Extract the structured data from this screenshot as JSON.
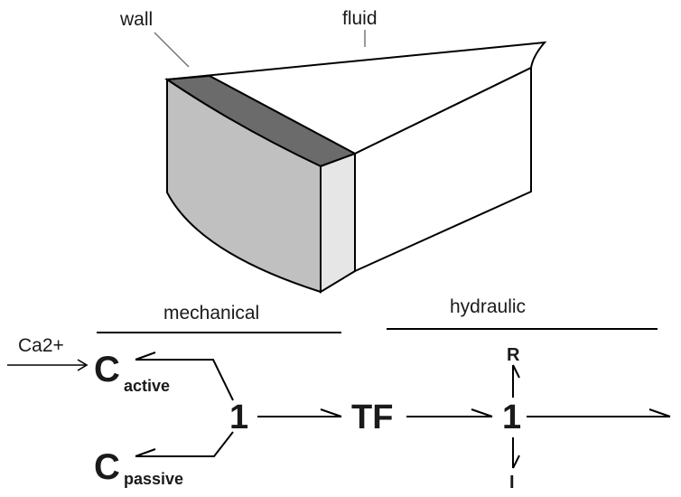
{
  "labels": {
    "wall": "wall",
    "fluid": "fluid",
    "mechanical": "mechanical",
    "hydraulic": "hydraulic",
    "ca": "Ca2+",
    "c_active_main": "C",
    "c_active_sub": "active",
    "c_passive_main": "C",
    "c_passive_sub": "passive",
    "junction_left": "1",
    "transformer": "TF",
    "junction_right": "1",
    "resistor": "R",
    "inertia": "I"
  },
  "colors": {
    "wall_top": "#6b6b6b",
    "wall_front": "#c0c0c0",
    "wall_end": "#e6e6e6",
    "fluid": "#ffffff",
    "stroke": "#000000"
  }
}
